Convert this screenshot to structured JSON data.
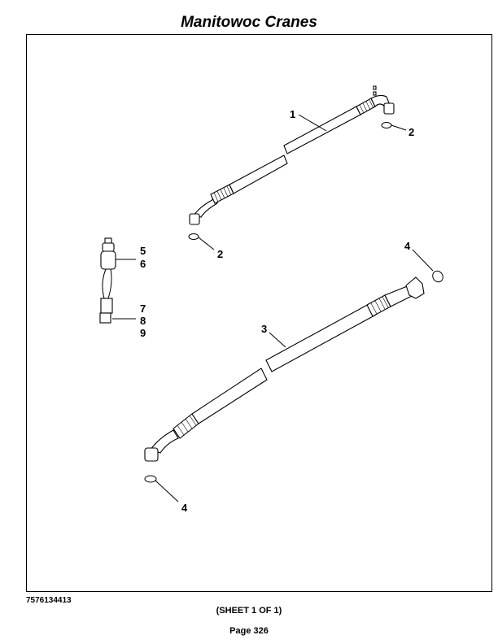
{
  "header": {
    "title": "Manitowoc Cranes"
  },
  "diagram": {
    "callouts": [
      "1",
      "2",
      "2",
      "3",
      "4",
      "4",
      "5",
      "6",
      "7",
      "8",
      "9"
    ]
  },
  "footer": {
    "part_number": "7576134413",
    "sheet": "(SHEET 1 OF 1)",
    "page": "Page 326"
  }
}
